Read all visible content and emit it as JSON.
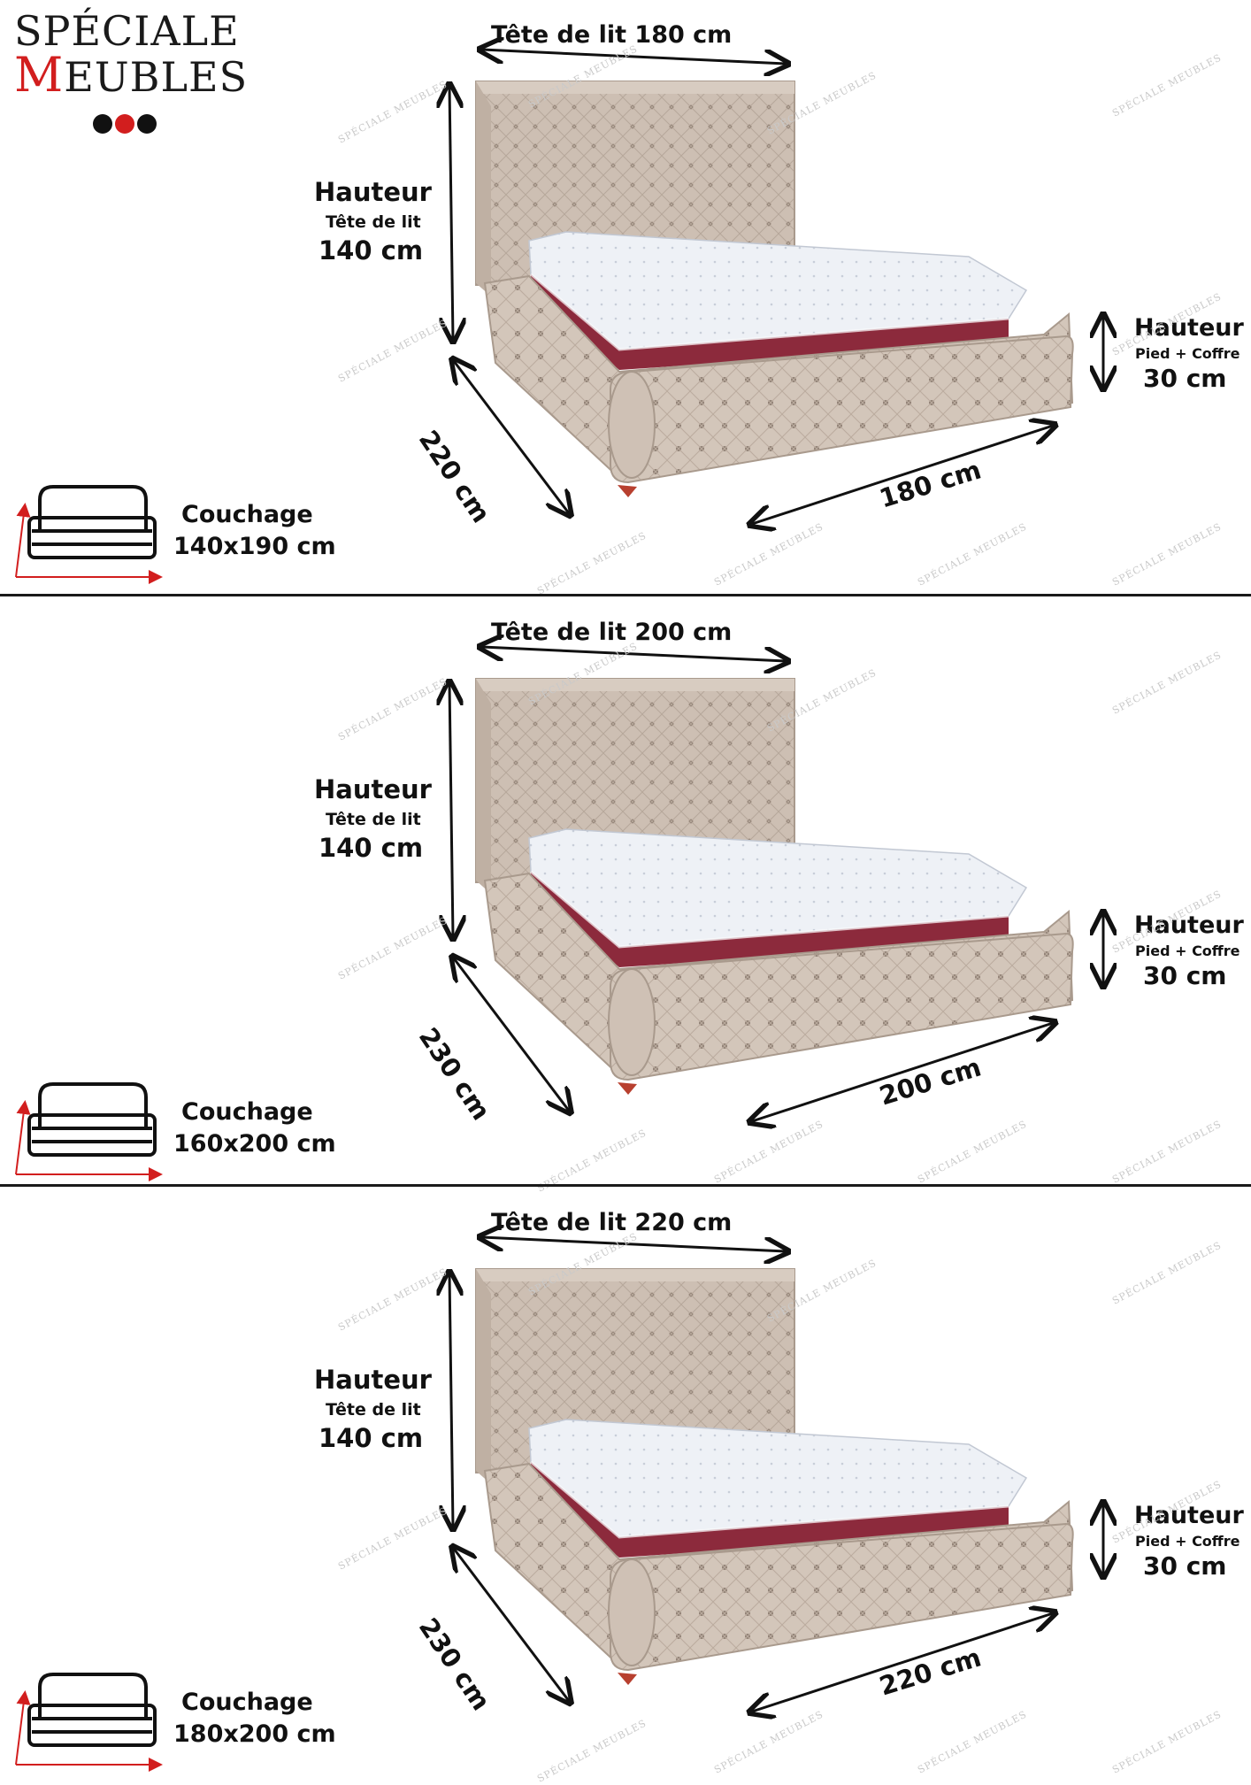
{
  "brand": {
    "line1": "SPÉCIALE",
    "line2_initial": "M",
    "line2_rest": "EUBLES",
    "accent_color": "#d21e1e",
    "watermark": "SPÉCIALE MEUBLES"
  },
  "sections": [
    {
      "headboard_width": "Tête de lit 180 cm",
      "height_title": "Hauteur",
      "height_subtitle": "Tête de lit",
      "height_value": "140 cm",
      "base_title": "Hauteur",
      "base_subtitle": "Pied + Coffre",
      "base_value": "30 cm",
      "depth": "220 cm",
      "width": "180 cm",
      "sleep_title": "Couchage",
      "sleep_size": "140x190 cm"
    },
    {
      "headboard_width": "Tête de lit 200 cm",
      "height_title": "Hauteur",
      "height_subtitle": "Tête de lit",
      "height_value": "140 cm",
      "base_title": "Hauteur",
      "base_subtitle": "Pied + Coffre",
      "base_value": "30 cm",
      "depth": "230 cm",
      "width": "200 cm",
      "sleep_title": "Couchage",
      "sleep_size": "160x200 cm"
    },
    {
      "headboard_width": "Tête de lit 220 cm",
      "height_title": "Hauteur",
      "height_subtitle": "Tête de lit",
      "height_value": "140 cm",
      "base_title": "Hauteur",
      "base_subtitle": "Pied + Coffre",
      "base_value": "30 cm",
      "depth": "230 cm",
      "width": "220 cm",
      "sleep_title": "Couchage",
      "sleep_size": "180x200 cm"
    }
  ]
}
